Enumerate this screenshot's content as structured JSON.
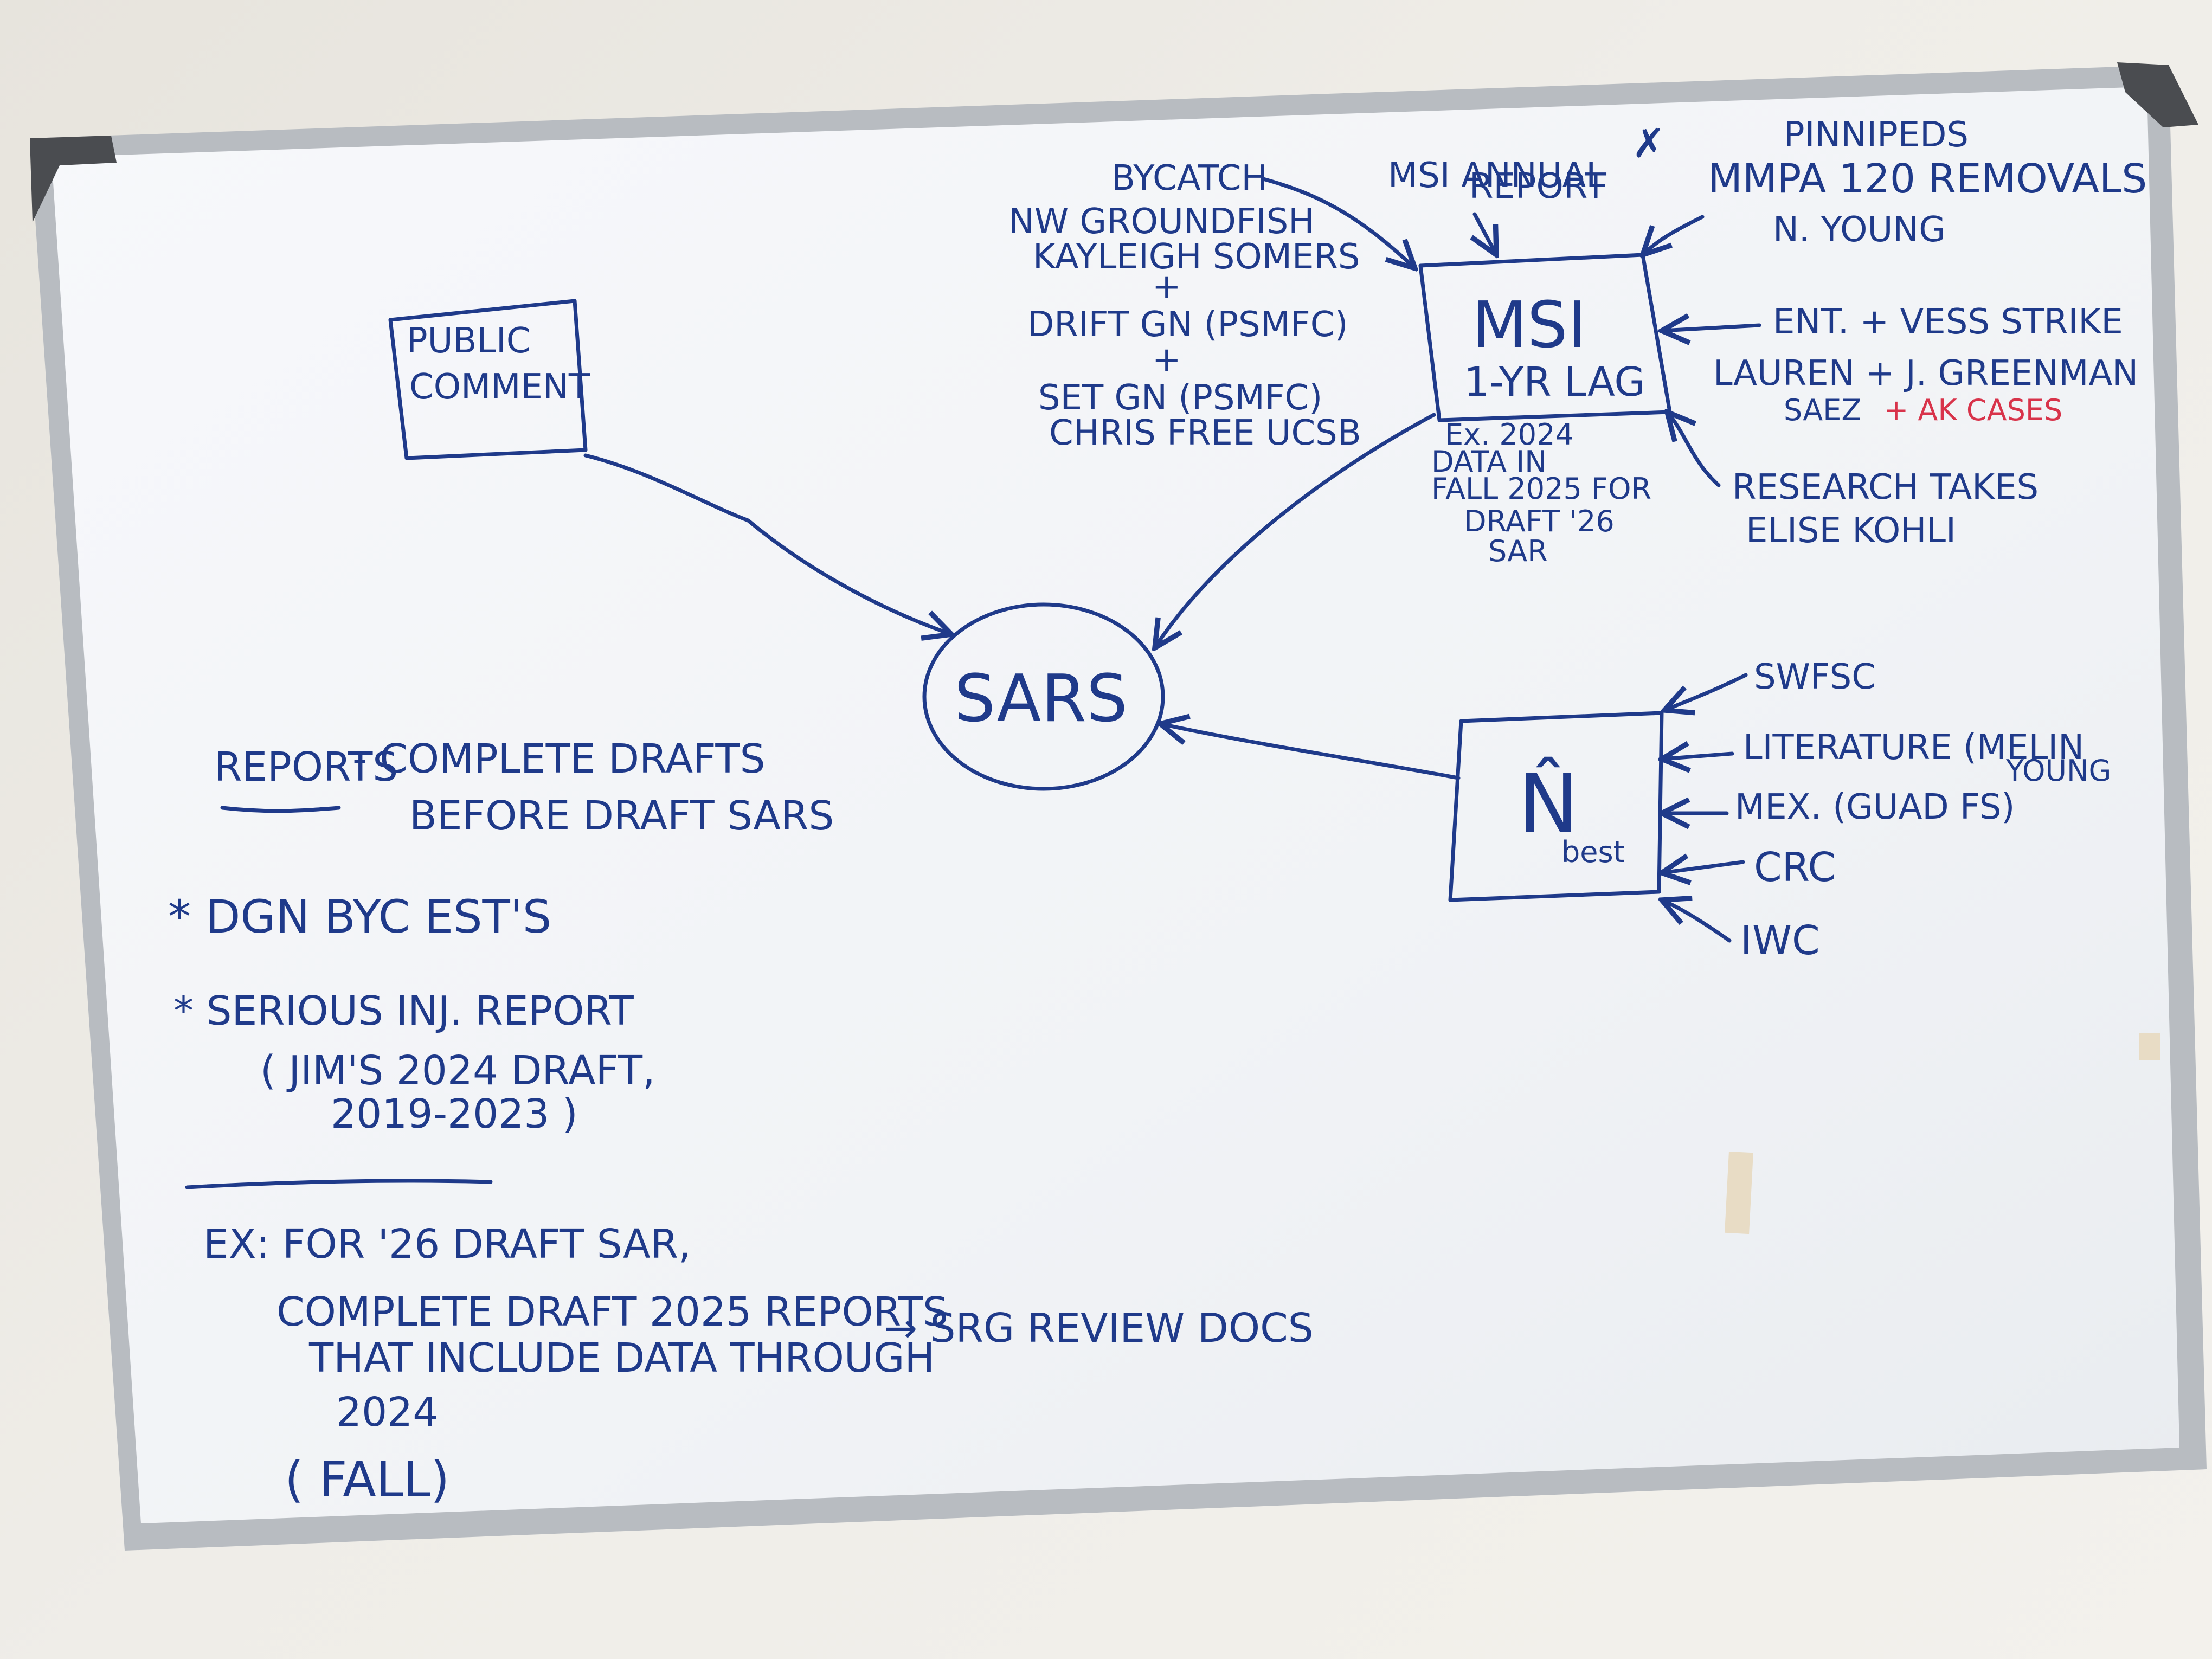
{
  "center": {
    "label": "SARS"
  },
  "public_comment": [
    "PUBLIC",
    "COMMENT"
  ],
  "msi": {
    "title": "MSI",
    "subtitle": "1-YR LAG",
    "note": [
      "Ex. 2024",
      "DATA IN",
      "FALL 2025 FOR",
      "DRAFT '26",
      "SAR"
    ]
  },
  "msi_inputs": {
    "annual_report": [
      "MSI ANNUAL",
      "REPORT"
    ],
    "annual_report_mark": "✗",
    "bycatch": [
      "BYCATCH",
      "NW GROUNDFISH",
      "KAYLEIGH SOMERS",
      "+",
      "DRIFT GN (PSMFC)",
      "+",
      "SET GN (PSMFC)",
      "CHRIS FREE UCSB"
    ],
    "pinnipeds": [
      "PINNIPEDS",
      "MMPA 120 REMOVALS",
      "N. YOUNG"
    ],
    "strike": [
      "ENT. + VESS STRIKE",
      "LAUREN + J. GREENMAN",
      "SAEZ"
    ],
    "strike_red": "+ AK CASES",
    "research": [
      "RESEARCH TAKES",
      "ELISE KOHLI"
    ]
  },
  "nbest": {
    "symbol": "N̂",
    "subscript": "best",
    "inputs": [
      "SWFSC",
      "LITERATURE (MELIN",
      "YOUNG",
      "MEX. (GUAD FS)",
      "CRC",
      "IWC"
    ]
  },
  "reports": {
    "heading": "REPORTS",
    "lines": [
      "- COMPLETE DRAFTS",
      "BEFORE DRAFT SARS"
    ],
    "bullets": [
      "* DGN BYC EST'S",
      "* SERIOUS INJ. REPORT",
      "( JIM'S 2024 DRAFT,",
      "2019-2023 )"
    ]
  },
  "example": {
    "lines": [
      "EX: FOR '26 DRAFT SAR,",
      "COMPLETE DRAFT 2025 REPORTS",
      "THAT INCLUDE DATA THROUGH",
      "2024",
      "( FALL)"
    ],
    "arrow_to": "→ SRG REVIEW DOCS"
  }
}
